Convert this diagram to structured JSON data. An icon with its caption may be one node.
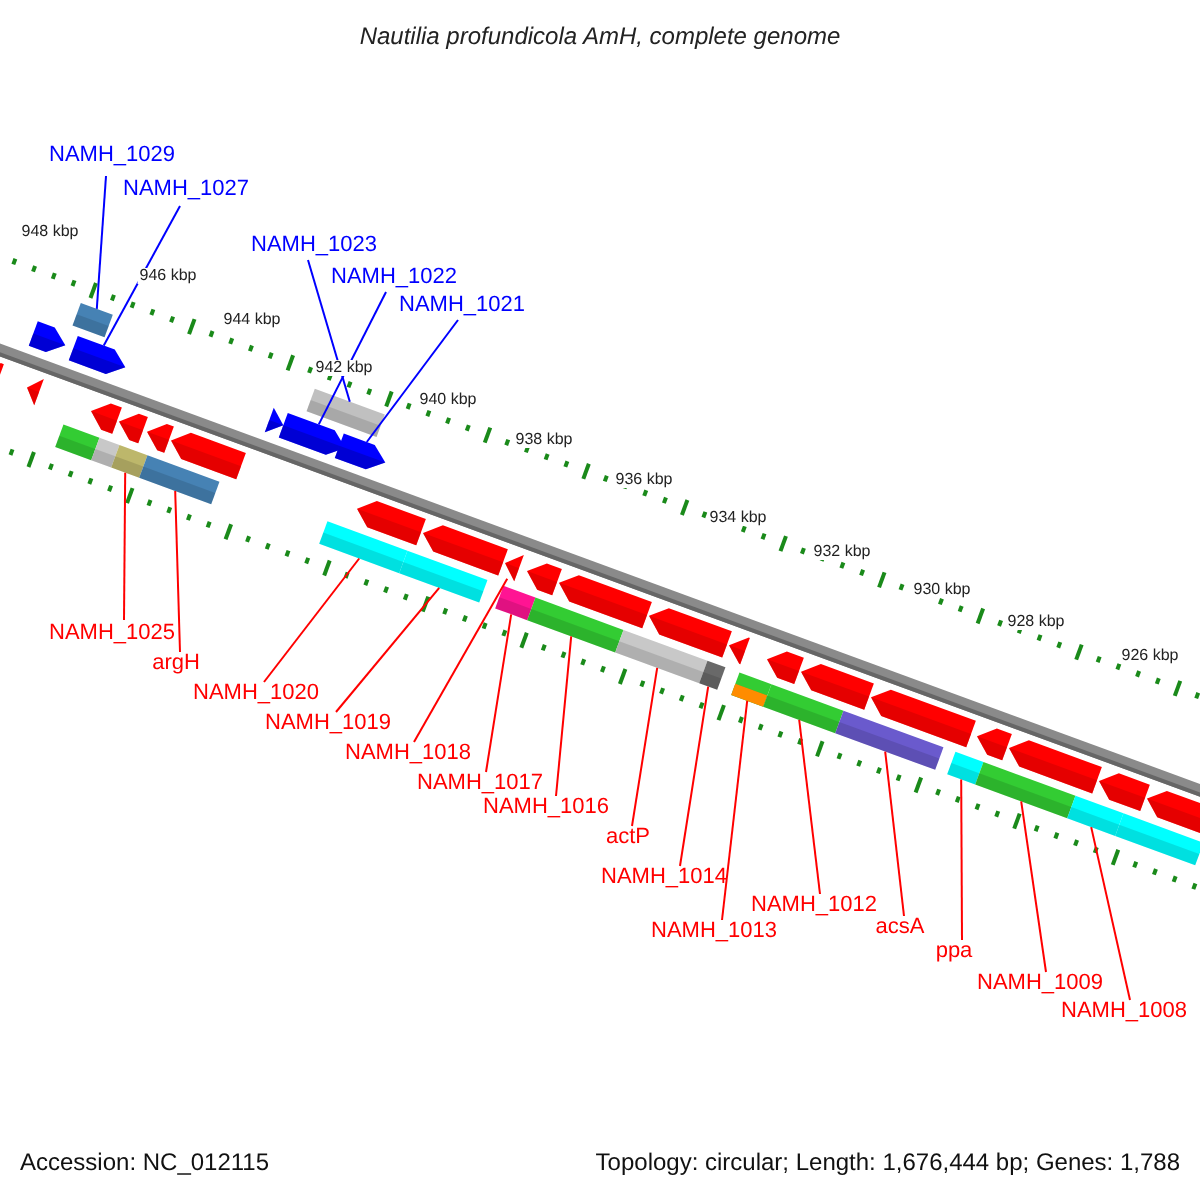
{
  "diagram": {
    "title": "Nautilia profundicola AmH, complete genome",
    "nodes": [
      {
        "text": [
          "NAMH_1029"
        ]
      },
      {
        "text": [
          "NAMH_1027"
        ]
      },
      {
        "text": [
          "NAMH_1023"
        ]
      },
      {
        "text": [
          "NAMH_1022"
        ]
      },
      {
        "text": [
          "NAMH_1021"
        ]
      },
      {
        "text": [
          "NAMH_1025"
        ]
      },
      {
        "text": [
          "argH"
        ]
      },
      {
        "text": [
          "NAMH_1020"
        ]
      },
      {
        "text": [
          "NAMH_1019"
        ]
      },
      {
        "text": [
          "NAMH_1018"
        ]
      },
      {
        "text": [
          "NAMH_1017"
        ]
      },
      {
        "text": [
          "NAMH_1016"
        ]
      },
      {
        "text": [
          "actP"
        ]
      },
      {
        "text": [
          "NAMH_1014"
        ]
      },
      {
        "text": [
          "NAMH_1013"
        ]
      },
      {
        "text": [
          "NAMH_1012"
        ]
      },
      {
        "text": [
          "acsA"
        ]
      },
      {
        "text": [
          "ppa"
        ]
      },
      {
        "text": [
          "NAMH_1009"
        ]
      },
      {
        "text": [
          "NAMH_1008"
        ]
      },
      {
        "text": [],
        "shape": "bar"
      },
      {
        "text": [],
        "shape": "pentagon"
      },
      {
        "text": [],
        "shape": "bar"
      },
      {
        "text": [],
        "shape": "pentagon"
      },
      {
        "text": [],
        "shape": "pentagon"
      },
      {
        "text": [],
        "shape": "bar"
      },
      {
        "text": [],
        "shape": "bar"
      },
      {
        "text": [],
        "shape": "bar"
      },
      {
        "text": [],
        "shape": "bar"
      },
      {
        "text": [],
        "shape": "pentagon"
      },
      {
        "text": [],
        "shape": "bar"
      },
      {
        "text": [],
        "shape": "bar"
      },
      {
        "text": [],
        "shape": "bar"
      },
      {
        "text": [],
        "shape": "bar"
      },
      {
        "text": [],
        "shape": "bar"
      },
      {
        "text": [],
        "shape": "bar"
      },
      {
        "text": [],
        "shape": "bar"
      },
      {
        "text": [],
        "shape": "bar"
      },
      {
        "text": [],
        "shape": "bar"
      },
      {
        "text": [],
        "shape": "bar"
      },
      {
        "text": [],
        "shape": "pentagon"
      },
      {
        "text": [],
        "shape": "pentagon"
      },
      {
        "text": [],
        "shape": "pentagon"
      },
      {
        "text": [],
        "shape": "pentagon"
      },
      {
        "text": [],
        "shape": "pentagon"
      },
      {
        "text": [],
        "shape": "pentagon"
      },
      {
        "text": [],
        "shape": "pentagon"
      },
      {
        "text": [],
        "shape": "pentagon"
      },
      {
        "text": [],
        "shape": "pentagon"
      },
      {
        "text": [],
        "shape": "pentagon"
      },
      {
        "text": [],
        "shape": "pentagon"
      },
      {
        "text": [],
        "shape": "pentagon"
      },
      {
        "text": [],
        "shape": "pentagon"
      },
      {
        "text": [],
        "shape": "pentagon"
      },
      {
        "text": [],
        "shape": "pentagon"
      },
      {
        "text": [],
        "shape": "pentagon"
      },
      {
        "text": [],
        "shape": "pentagon"
      },
      {
        "text": [],
        "shape": "pentagon"
      },
      {
        "text": [],
        "shape": "pentagon"
      },
      {
        "text": [],
        "shape": "pentagon"
      },
      {
        "text": [],
        "shape": "pentagon"
      },
      {
        "text": [],
        "shape": "bar"
      },
      {
        "text": [],
        "shape": "bar"
      },
      {
        "text": [],
        "shape": "bar"
      }
    ],
    "edges": [
      {
        "from": 0,
        "to": 20,
        "arrow": "none",
        "color": "#0000ff"
      },
      {
        "from": 1,
        "to": 21,
        "arrow": "none",
        "color": "#0000ff"
      },
      {
        "from": 2,
        "to": 22,
        "arrow": "none",
        "color": "#0000ff"
      },
      {
        "from": 3,
        "to": 23,
        "arrow": "none",
        "color": "#0000ff"
      },
      {
        "from": 4,
        "to": 24,
        "arrow": "none",
        "color": "#0000ff"
      },
      {
        "from": 5,
        "to": 25,
        "arrow": "none"
      },
      {
        "from": 6,
        "to": 26,
        "arrow": "none"
      },
      {
        "from": 7,
        "to": 27,
        "arrow": "none"
      },
      {
        "from": 8,
        "to": 28,
        "arrow": "none"
      },
      {
        "from": 9,
        "to": 29,
        "arrow": "none"
      },
      {
        "from": 10,
        "to": 30,
        "arrow": "none"
      },
      {
        "from": 11,
        "to": 31,
        "arrow": "none"
      },
      {
        "from": 12,
        "to": 32,
        "arrow": "none"
      },
      {
        "from": 13,
        "to": 33,
        "arrow": "none"
      },
      {
        "from": 14,
        "to": 34,
        "arrow": "none"
      },
      {
        "from": 15,
        "to": 35,
        "arrow": "none"
      },
      {
        "from": 16,
        "to": 36,
        "arrow": "none"
      },
      {
        "from": 17,
        "to": 37,
        "arrow": "none"
      },
      {
        "from": 18,
        "to": 38,
        "arrow": "none"
      },
      {
        "from": 19,
        "to": 39,
        "arrow": "none"
      }
    ],
    "labels": [
      "948 kbp",
      "946 kbp",
      "944 kbp",
      "942 kbp",
      "940 kbp",
      "938 kbp",
      "936 kbp",
      "934 kbp",
      "932 kbp",
      "930 kbp",
      "928 kbp",
      "926 kbp",
      "Accession: NC_012115",
      "Topology: circular; Length: 1,676,444 bp; Genes: 1,788"
    ]
  }
}
